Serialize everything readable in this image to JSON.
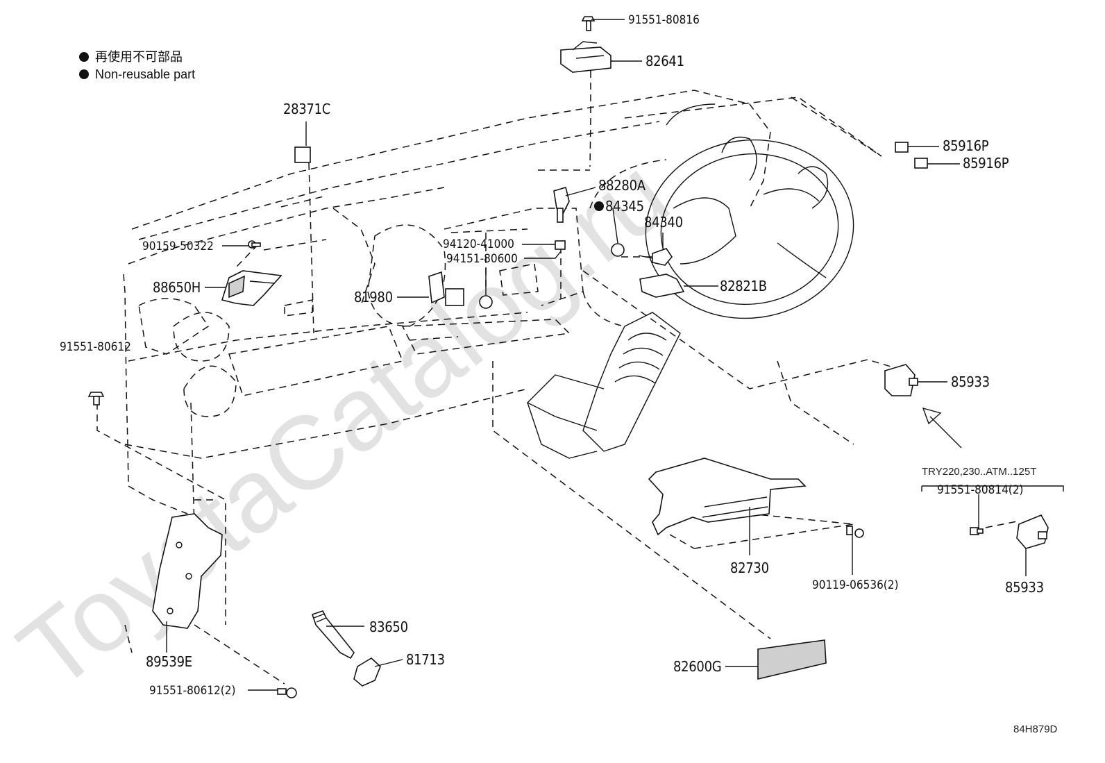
{
  "legend": {
    "items": [
      {
        "text": "再使用不可部品"
      },
      {
        "text": "Non-reusable part"
      }
    ]
  },
  "watermark": "ToyotaCatalog.ru",
  "diagram_code": "84H879D",
  "callouts": {
    "p91551_80816": "91551-80816",
    "p82641": "82641",
    "p28371C": "28371C",
    "p85916P_a": "85916P",
    "p85916P_b": "85916P",
    "p88280A": "88280A",
    "p84345": "84345",
    "p84340": "84340",
    "p90159_50322": "90159-50322",
    "p94120_41000": "94120-41000",
    "p94151_80600": "94151-80600",
    "p88650H": "88650H",
    "p81980": "81980",
    "p82821B": "82821B",
    "p91551_80612": "91551-80612",
    "p85933_a": "85933",
    "p85933_b": "85933",
    "condition": "TRY220,230..ATM..125T",
    "p91551_80814": "91551-80814(2)",
    "p82730": "82730",
    "p90119_06536": "90119-06536(2)",
    "p83650": "83650",
    "p81713": "81713",
    "p89539E": "89539E",
    "p82600G": "82600G",
    "p91551_80612_2": "91551-80612(2)"
  }
}
